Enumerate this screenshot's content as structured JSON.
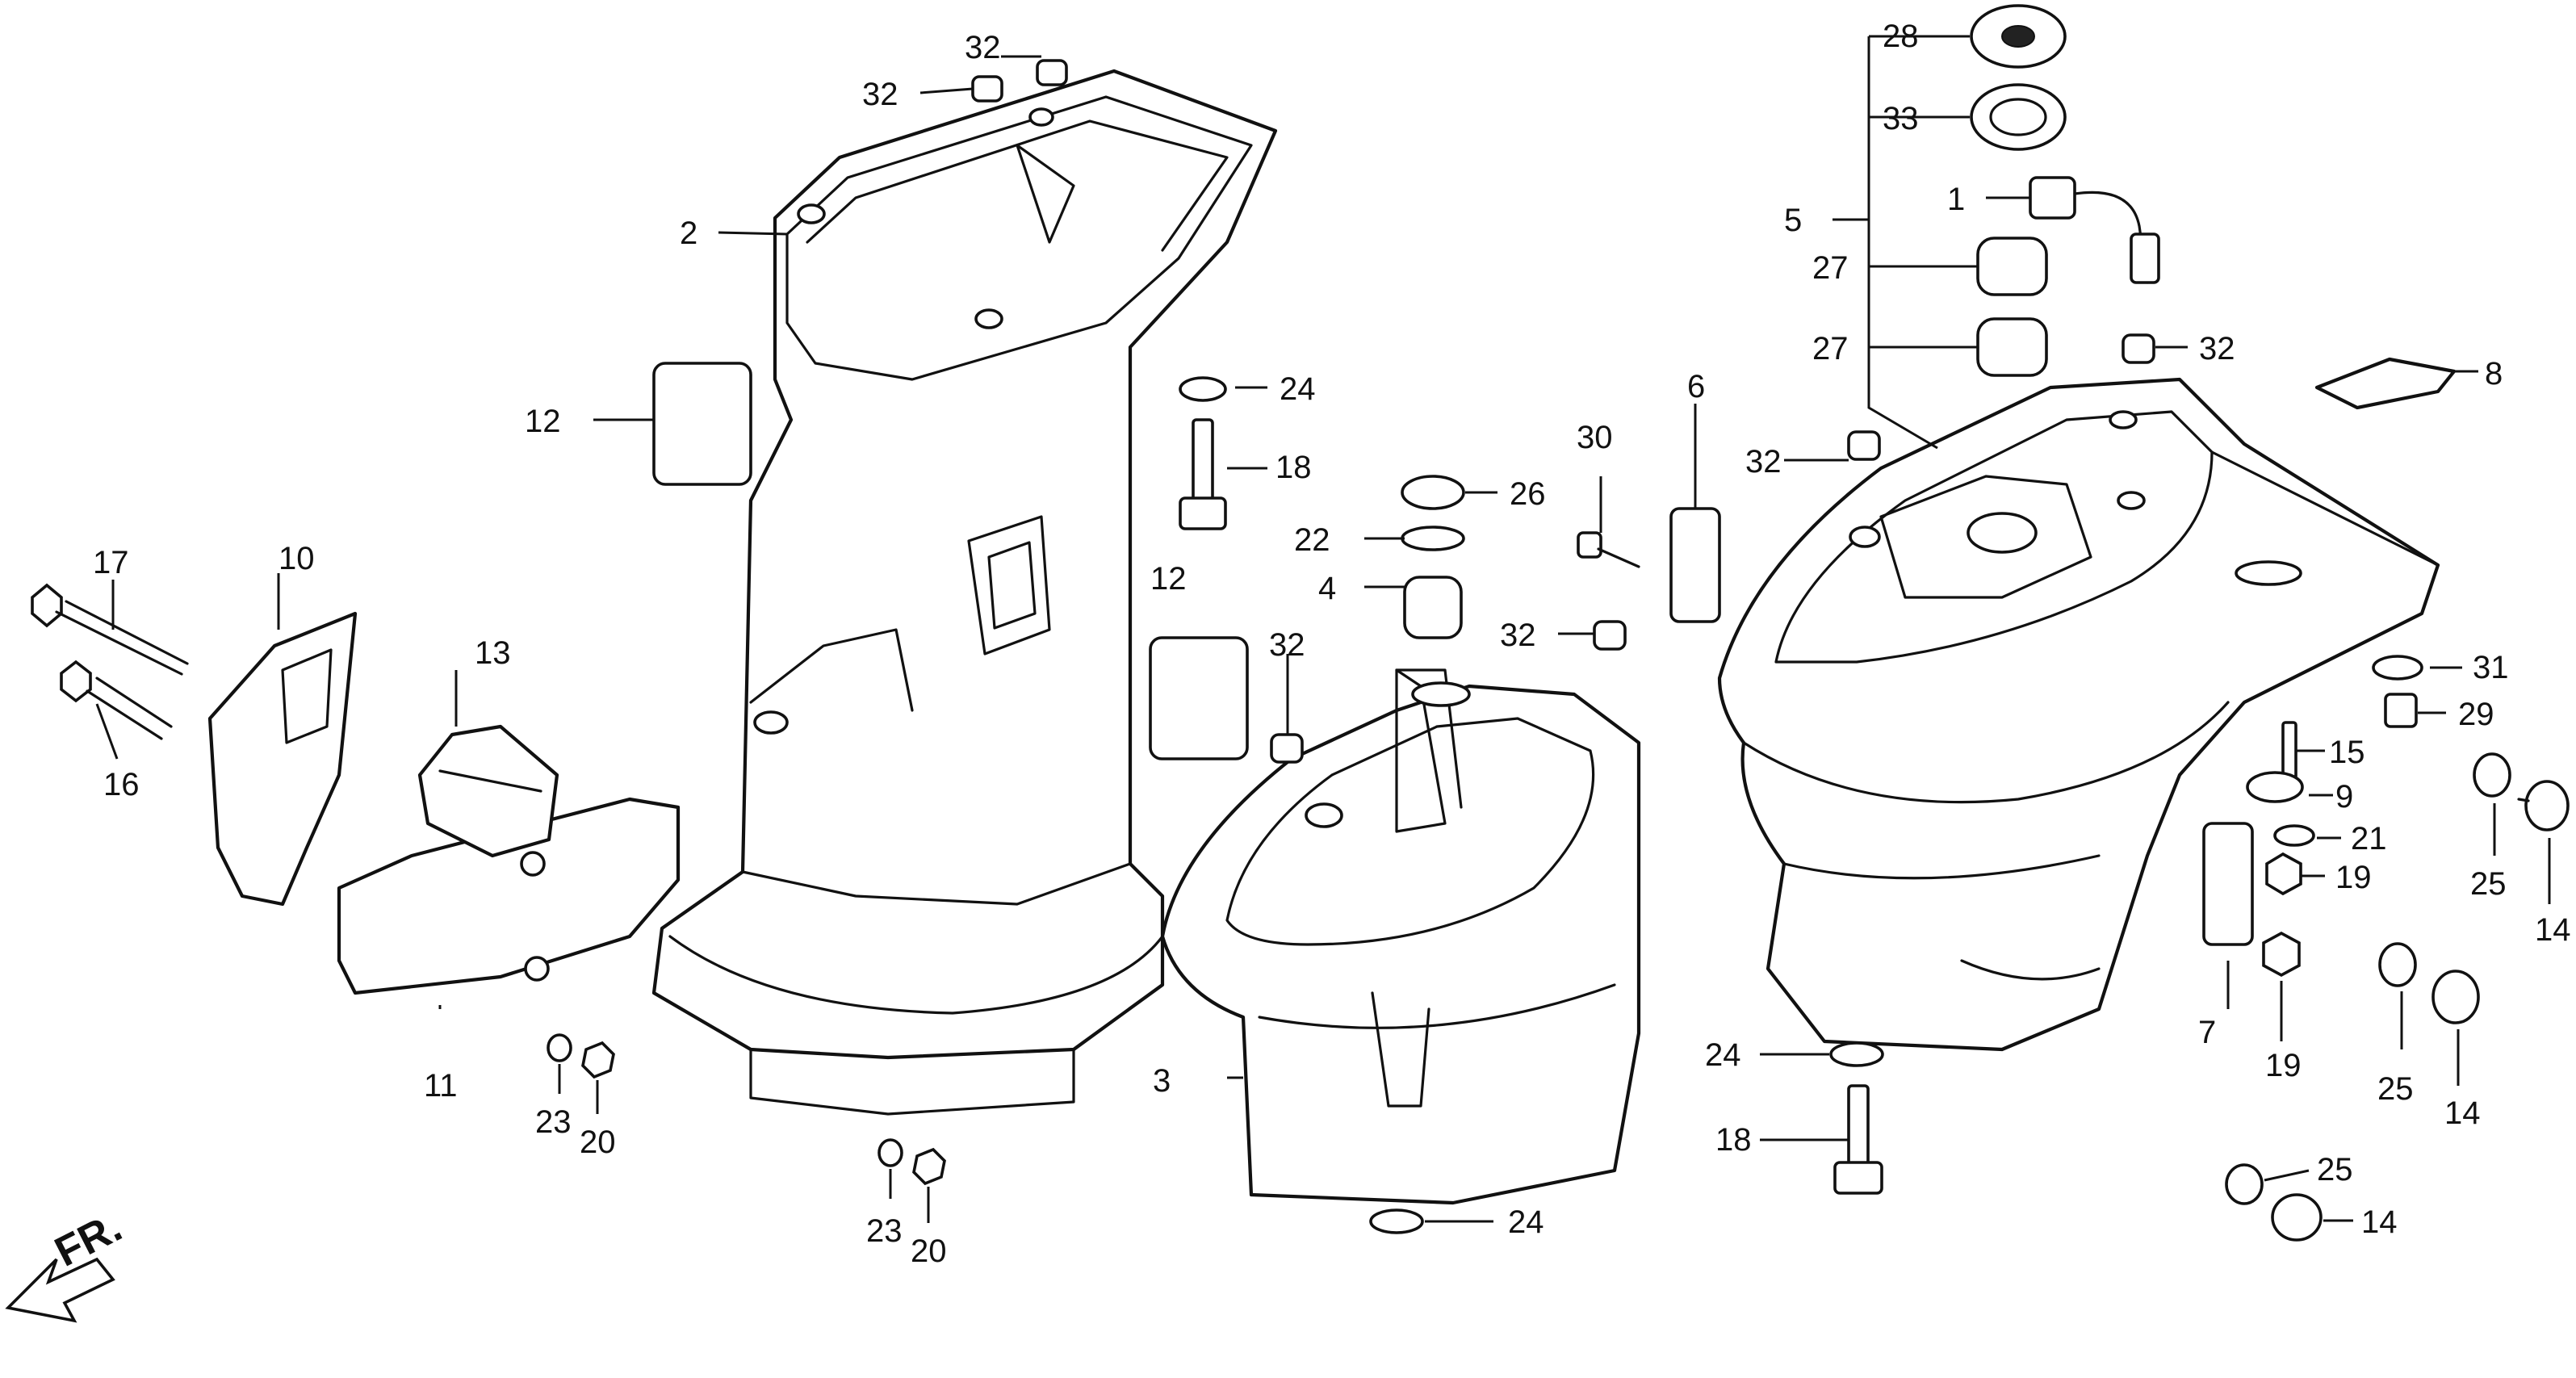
{
  "diagram": {
    "front_marker": "FR.",
    "callouts": {
      "c1": "1",
      "c2": "2",
      "c3": "3",
      "c4": "4",
      "c5": "5",
      "c6": "6",
      "c7": "7",
      "c8": "8",
      "c9": "9",
      "c10": "10",
      "c11": "11",
      "c12a": "12",
      "c12b": "12",
      "c13": "13",
      "c14a": "14",
      "c14b": "14",
      "c14c": "14",
      "c15": "15",
      "c16": "16",
      "c17": "17",
      "c18a": "18",
      "c18b": "18",
      "c19a": "19",
      "c19b": "19",
      "c20a": "20",
      "c20b": "20",
      "c21": "21",
      "c22": "22",
      "c23a": "23",
      "c23b": "23",
      "c24a": "24",
      "c24b": "24",
      "c24c": "24",
      "c25a": "25",
      "c25b": "25",
      "c25c": "25",
      "c26": "26",
      "c27a": "27",
      "c27b": "27",
      "c28": "28",
      "c29": "29",
      "c30": "30",
      "c31": "31",
      "c32a": "32",
      "c32b": "32",
      "c32c": "32",
      "c32d": "32",
      "c32e": "32",
      "c32f": "32",
      "c33": "33"
    }
  }
}
